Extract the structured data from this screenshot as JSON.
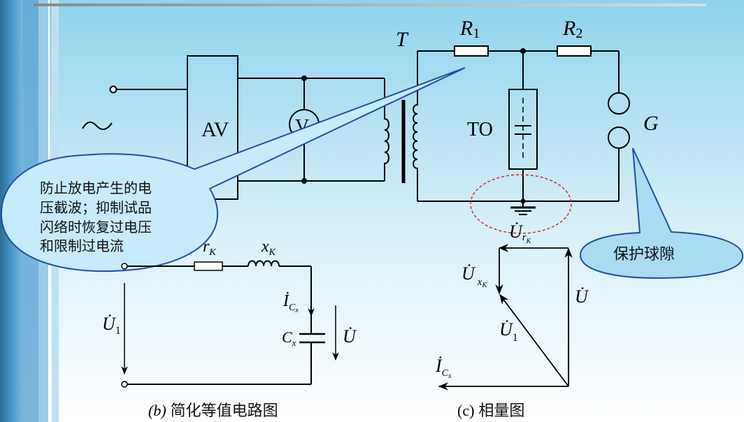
{
  "colors": {
    "callout_fill": "#c6ebfa",
    "callout_fill_2": "#a9dcf3",
    "callout_stroke": "#1f4ea3",
    "highlight": "#e02020",
    "accent_left": "#3c88bb"
  },
  "circuit_a": {
    "transformer": "T",
    "r1": {
      "main": "R",
      "sub": "1"
    },
    "r2": {
      "main": "R",
      "sub": "2"
    },
    "av": "AV",
    "voltmeter": "V",
    "test_object": "TO",
    "gap": "G",
    "source_symbol": "~"
  },
  "callouts": {
    "resistor_note": [
      "防止放电产生的电",
      "压截波；抑制试品",
      "闪络时恢复过电压",
      "和限制过电流"
    ],
    "gap_note": "保护球隙"
  },
  "circuit_b": {
    "rk": {
      "main": "r",
      "sub": "K"
    },
    "xk": {
      "main": "x",
      "sub": "K"
    },
    "icx": {
      "main": "İ",
      "sub": "C",
      "subsub": "x"
    },
    "cx": {
      "main": "C",
      "sub": "x"
    },
    "u": "U̇",
    "u1": {
      "main": "U̇",
      "sub": "1"
    },
    "caption": {
      "letter": "(b)",
      "text": "简化等值电路图"
    }
  },
  "phasor_c": {
    "urk": {
      "main": "U̇",
      "sub": "r",
      "subsub": "K"
    },
    "uxk": {
      "main": "U̇",
      "sub": "x",
      "subsub": "K"
    },
    "u": "U̇",
    "u1": {
      "main": "U̇",
      "sub": "1"
    },
    "icx": {
      "main": "İ",
      "sub": "C",
      "subsub": "x"
    },
    "caption": {
      "letter": "(c)",
      "text": "相量图"
    }
  }
}
